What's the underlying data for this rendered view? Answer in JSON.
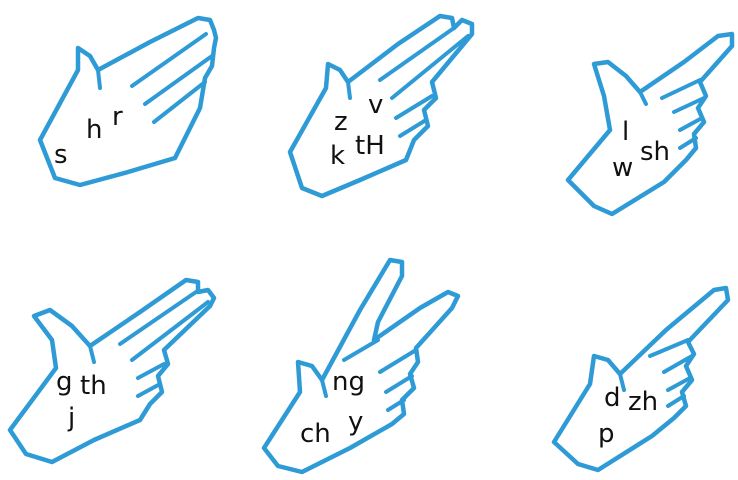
{
  "colors": {
    "outline": "#2f9bd6",
    "text": "#111111",
    "background": "#ffffff"
  },
  "hands": [
    {
      "shape": "flat-hand",
      "letters": [
        "s",
        "h",
        "r"
      ]
    },
    {
      "shape": "two-fingers",
      "letters": [
        "z",
        "v",
        "k",
        "tH"
      ]
    },
    {
      "shape": "index-thumb",
      "letters": [
        "l",
        "w",
        "sh"
      ]
    },
    {
      "shape": "two-fingers-thumb",
      "letters": [
        "g",
        "th",
        "j"
      ]
    },
    {
      "shape": "v-sign",
      "letters": [
        "ng",
        "ch",
        "y"
      ]
    },
    {
      "shape": "index-point",
      "letters": [
        "d",
        "zh",
        "p"
      ]
    }
  ]
}
